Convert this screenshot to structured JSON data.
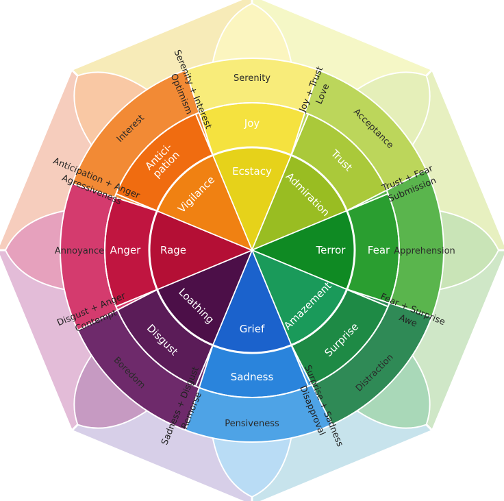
{
  "petals": [
    {
      "key": "joy",
      "color": "#f2dd1c",
      "inner": "Ecstacy",
      "mid": "Joy",
      "outer": "Serenity",
      "ring": [
        "#e6d21a",
        "#f5e23f",
        "#f8ec7a",
        "#fbf5bf"
      ]
    },
    {
      "key": "trust",
      "color": "#a9c733",
      "inner": "Admiration",
      "mid": "Trust",
      "outer": "Acceptance",
      "ring": [
        "#99bd22",
        "#aac93a",
        "#bcd65b",
        "#e5efb9"
      ]
    },
    {
      "key": "fear",
      "color": "#1e9a2b",
      "inner": "Terror",
      "mid": "Fear",
      "outer": "Apprehension",
      "ring": [
        "#0f8a23",
        "#2a9e30",
        "#5ab54d",
        "#c9e4b7"
      ]
    },
    {
      "key": "surprise",
      "color": "#1c8c4b",
      "inner": "Amazement",
      "mid": "Surprise",
      "outer": "Distraction",
      "ring": [
        "#1a9a5a",
        "#1e8a45",
        "#2f8a56",
        "#a9d8b8"
      ]
    },
    {
      "key": "sadness",
      "color": "#1f6fd1",
      "inner": "Grief",
      "mid": "Sadness",
      "outer": "Pensiveness",
      "ring": [
        "#1b62cc",
        "#2a84dc",
        "#4ea3e6",
        "#b9dcf5"
      ]
    },
    {
      "key": "disgust",
      "color": "#5a1651",
      "inner": "Loathing",
      "mid": "Disgust",
      "outer": "Boredom",
      "ring": [
        "#4c0f48",
        "#5b1c58",
        "#6e2a6b",
        "#c69ac2"
      ]
    },
    {
      "key": "anger",
      "color": "#c2123b",
      "inner": "Rage",
      "mid": "Anger",
      "outer": "Annoyance",
      "ring": [
        "#b40f35",
        "#c01540",
        "#d43b6e",
        "#e6a1bd"
      ]
    },
    {
      "key": "anticipation",
      "color": "#f06d10",
      "inner": "Vigilance",
      "mid": "Antici-\npation",
      "outer": "Interest",
      "ring": [
        "#f08112",
        "#f06c10",
        "#f28a35",
        "#f9c8a4"
      ]
    }
  ],
  "dyads": [
    {
      "pair": "Joy + Trust",
      "name": "Love",
      "color": "#f5f7c6"
    },
    {
      "pair": "Trust + Fear",
      "name": "Submission",
      "color": "#e7f0c0"
    },
    {
      "pair": "Fear + Surprise",
      "name": "Awe",
      "color": "#cfe7c7"
    },
    {
      "pair": "Surprise + Sadness",
      "name": "Disapproval",
      "color": "#c7e3ec"
    },
    {
      "pair": "Sadness + Disgust",
      "name": "Remorse",
      "color": "#d7cfe8"
    },
    {
      "pair": "Disgust + Anger",
      "name": "Contempt",
      "color": "#e3bcd8"
    },
    {
      "pair": "Anticipation + Anger",
      "name": "Agressiveness",
      "color": "#f6cdbd"
    },
    {
      "pair": "Serenity + Interest",
      "name": "Optimism",
      "color": "#f7ebb8"
    }
  ]
}
